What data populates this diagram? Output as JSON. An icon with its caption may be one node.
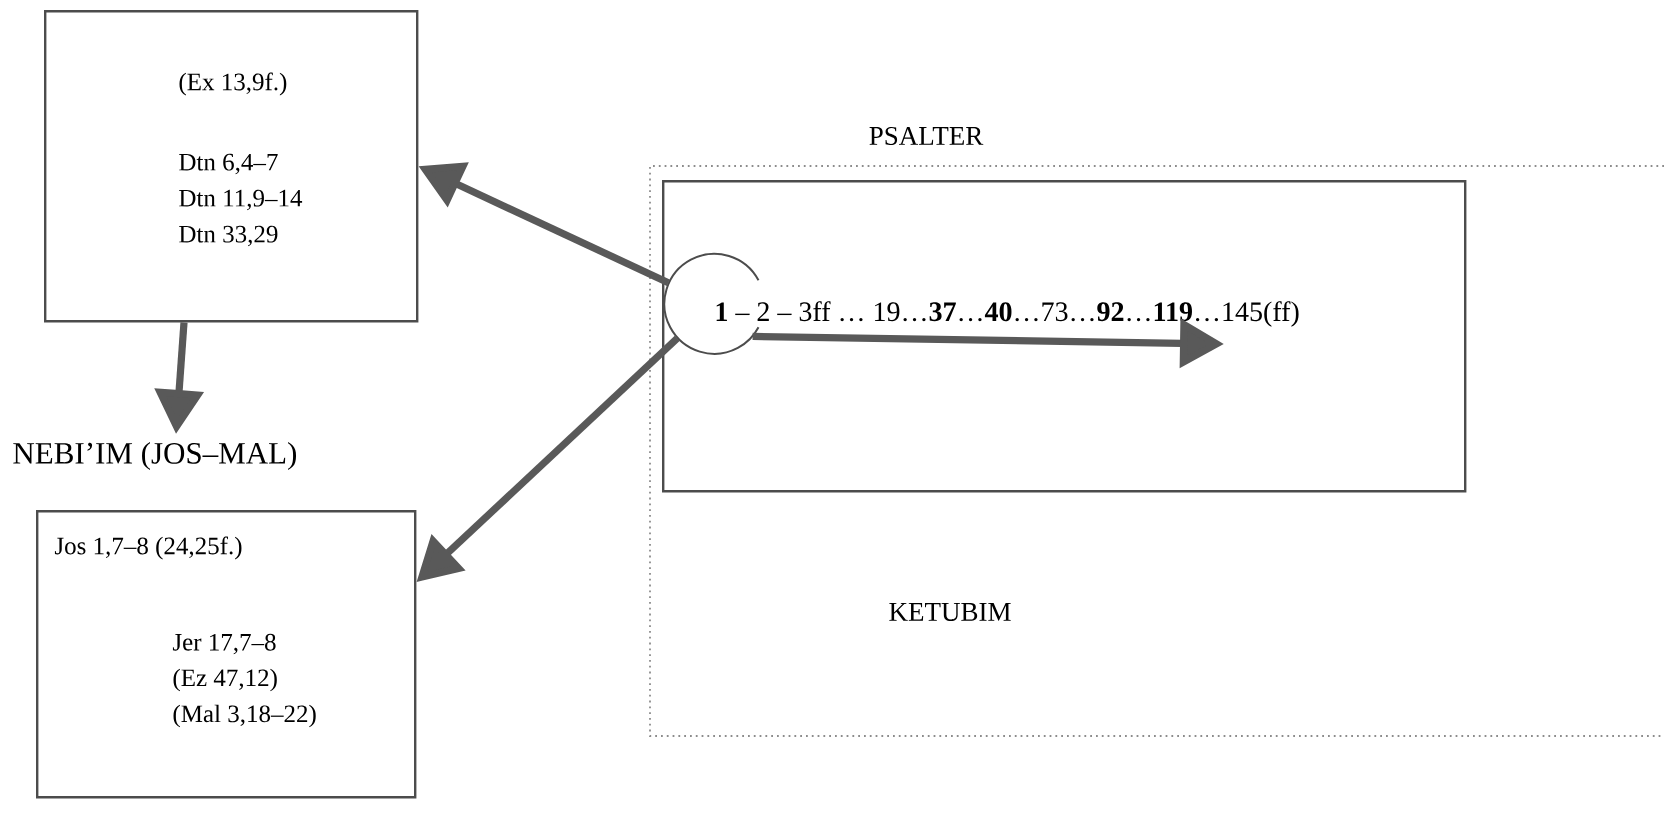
{
  "diagram": {
    "nodes": [
      {
        "text": [
          "(Ex 13,9f.)",
          "Dtn 6,4–7",
          "Dtn 11,9–14",
          "Dtn 33,29"
        ]
      },
      {
        "text": [
          "NEBI’IM (JOS–MAL)",
          "Jos 1,7–8 (24,25f.)",
          "Jer 17,7–8",
          "(Ez 47,12)",
          "(Mal 3,18–22)"
        ]
      },
      {
        "text": [
          "KETUBIM"
        ]
      },
      {
        "text": [
          "PSALTER",
          "**1** – 2 – 3ff … 19…**37**…**40**…73…**92**…**119**…145(ff)"
        ],
        "in": 2
      },
      {
        "text": [],
        "shape": "circle",
        "in": 3
      }
    ],
    "edges": [
      {
        "from": 4,
        "to": 0,
        "arrow": "to"
      },
      {
        "from": 0,
        "to": 1,
        "arrow": "to"
      },
      {
        "from": 4,
        "to": 1,
        "arrow": "to"
      },
      {
        "from": 4,
        "to": null,
        "arrow": "to"
      }
    ]
  }
}
